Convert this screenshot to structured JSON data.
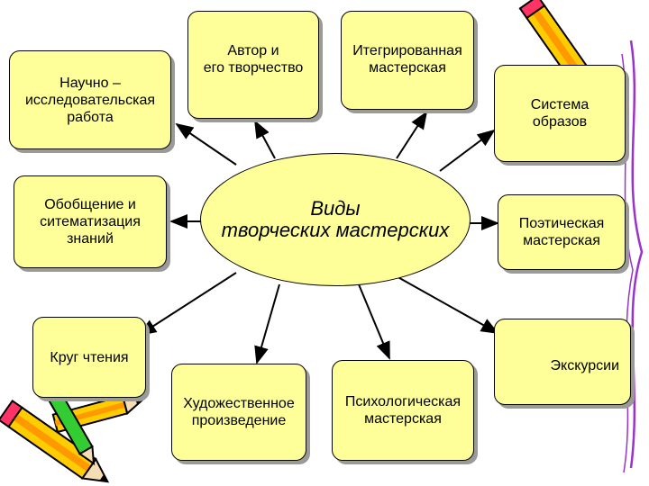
{
  "center": {
    "label": "Виды\nтворческих мастерских"
  },
  "nodes": {
    "research": "Научно –\nисследовательская\nработа",
    "author": "Автор и\nего творчество",
    "integrated": "Итегрированная\nмастерская",
    "images": "Система\nобразов",
    "generalization": "Обобщение и\nситематизация\nзнаний",
    "poetic": "Поэтическая\nмастерская",
    "reading": "Круг чтения",
    "excursions": "Экскурсии",
    "artwork": "Художественное\nпроизведение",
    "psych": "Психологическая\nмастерская"
  },
  "colors": {
    "box_fill": "#ffff99",
    "border": "#000000",
    "shadow": "#9a9a9a",
    "pencil_yellow": "#ffcc00",
    "decor_purple": "#9933cc"
  },
  "icons": [
    "pencil-icon"
  ]
}
